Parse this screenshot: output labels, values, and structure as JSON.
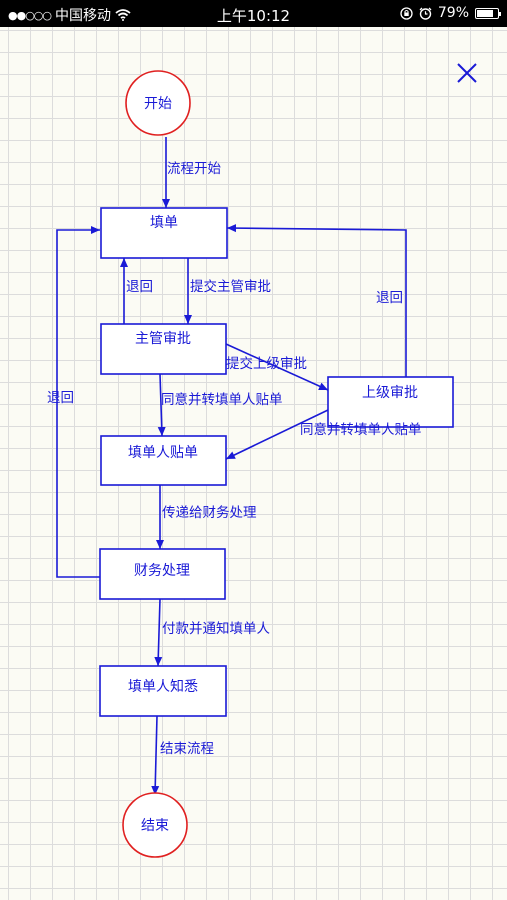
{
  "status_bar": {
    "carrier": "中国移动",
    "time": "上午10:12",
    "battery": "79%",
    "battery_level": 0.79,
    "icons": [
      "signal-dots-icon",
      "wifi-icon",
      "orientation-lock-icon",
      "alarm-icon",
      "battery-icon"
    ]
  },
  "toolbar": {
    "close_icon": "close-icon"
  },
  "colors": {
    "line": "#1a1ad6",
    "terminal": "#e02020",
    "grid": "#dcdcdc",
    "background": "#fbfbf4"
  },
  "diagram": {
    "nodes": {
      "start": "开始",
      "fill_form": "填单",
      "manager_review": "主管审批",
      "superior_review": "上级审批",
      "submitter_attach": "填单人贴单",
      "finance": "财务处理",
      "submitter_notice": "填单人知悉",
      "end": "结束"
    },
    "edges": {
      "process_start": "流程开始",
      "return_1": "退回",
      "submit_manager": "提交主管审批",
      "return_2": "退回",
      "submit_superior": "提交上级审批",
      "return_3": "退回",
      "approve_forward_1": "同意并转填单人贴单",
      "approve_forward_2": "同意并转填单人贴单",
      "to_finance": "传递给财务处理",
      "pay_notify": "付款并通知填单人",
      "end_process": "结束流程"
    }
  }
}
